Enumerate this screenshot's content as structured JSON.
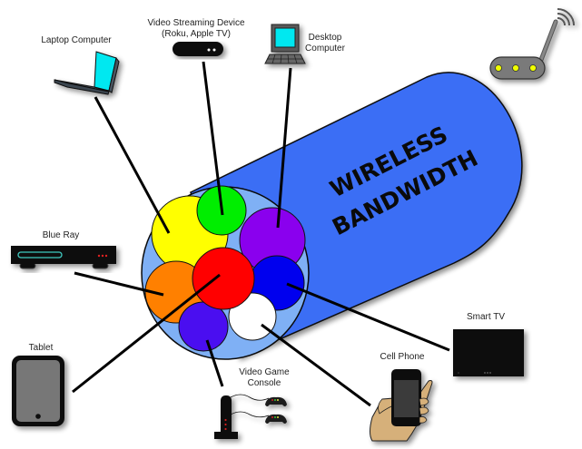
{
  "diagram": {
    "title_lines": [
      "WIRELESS",
      "BANDWIDTH"
    ],
    "colors": {
      "pipe": "#3a6ef5",
      "pipe_end": "#7fb0f5",
      "outline": "#0a0a0a"
    },
    "streams": [
      {
        "name": "yellow",
        "color": "#ffff00"
      },
      {
        "name": "green",
        "color": "#00ee00"
      },
      {
        "name": "purple",
        "color": "#8a00ee"
      },
      {
        "name": "orange",
        "color": "#ff8000"
      },
      {
        "name": "red",
        "color": "#ff0000"
      },
      {
        "name": "blue",
        "color": "#0000ee"
      },
      {
        "name": "indigo",
        "color": "#4a0ef0"
      },
      {
        "name": "white",
        "color": "#ffffff"
      }
    ],
    "devices": [
      {
        "id": "laptop",
        "label": [
          "Laptop Computer"
        ],
        "icon": "laptop-icon",
        "stream": "yellow"
      },
      {
        "id": "streaming",
        "label": [
          "Video Streaming Device",
          "(Roku, Apple TV)"
        ],
        "icon": "streaming-box-icon",
        "stream": "green"
      },
      {
        "id": "desktop",
        "label": [
          "Desktop",
          "Computer"
        ],
        "icon": "desktop-computer-icon",
        "stream": "purple"
      },
      {
        "id": "bluray",
        "label": [
          "Blue Ray"
        ],
        "icon": "bluray-player-icon",
        "stream": "orange"
      },
      {
        "id": "tablet",
        "label": [
          "Tablet"
        ],
        "icon": "tablet-icon",
        "stream": "red"
      },
      {
        "id": "console",
        "label": [
          "Video Game",
          "Console"
        ],
        "icon": "game-console-icon",
        "stream": "indigo"
      },
      {
        "id": "phone",
        "label": [
          "Cell Phone"
        ],
        "icon": "cell-phone-icon",
        "stream": "white"
      },
      {
        "id": "tv",
        "label": [
          "Smart TV"
        ],
        "icon": "smart-tv-icon",
        "stream": "blue"
      }
    ],
    "router": {
      "icon": "wireless-router-icon"
    }
  }
}
